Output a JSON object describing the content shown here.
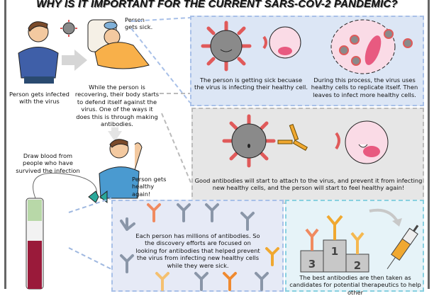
{
  "title": "Why is it important for the current SARS-CoV-2 Pandemic?",
  "left_column": {
    "infected_caption": "Person gets infected with the virus",
    "sick_caption": "Person gets sick.",
    "recovering_caption": "While the person is recovering, their body starts to defend itself against the virus. One of the ways it does this is through making antibodies.",
    "draw_blood_caption": "Draw blood from people who have survived the infection",
    "healthy_caption": "Person gets healthy again!"
  },
  "infection_panel": {
    "left_caption": "The person is getting sick becuase the virus is infecting their healthy cell.",
    "right_caption": "During this process, the virus uses healthy cells to replicate itself. Then leaves to infect more healthy cells."
  },
  "antibody_panel": {
    "caption": "Good antibodies will start to attach to the virus, and prevent it from infecting new healthy cells, and the person will start to feel healthy again!"
  },
  "discovery_panel": {
    "caption": "Each person has millions of antibodies. So the discovery efforts are focused on looking for antibodies that helped prevent the virus from infecting new healthy cells while they were sick."
  },
  "selection_panel": {
    "podium_labels": [
      "3",
      "1",
      "2"
    ],
    "caption": "The best antibodies are then taken as candidates for potential therapeutics to help other"
  },
  "colors": {
    "virus": "#8a8a8a",
    "spike": "#e05a5a",
    "cell": "#fadbe6",
    "antibody_gold": "#f0a830",
    "blue_panel": "#dce6f5",
    "gray_panel": "#e6e6e6",
    "lavender_panel": "#e6eaf6",
    "cyan_panel": "#e6f3f8"
  }
}
